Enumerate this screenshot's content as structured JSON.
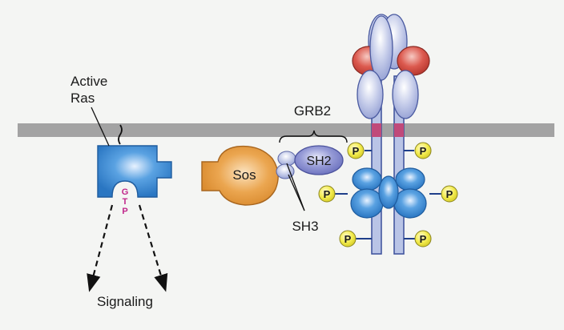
{
  "labels": {
    "active_ras_line1": "Active",
    "active_ras_line2": "Ras",
    "grb2": "GRB2",
    "sos": "Sos",
    "sh2": "SH2",
    "sh3": "SH3",
    "signaling": "Signaling",
    "gtp_g": "G",
    "gtp_t": "T",
    "gtp_p": "P",
    "phospho": "P"
  },
  "colors": {
    "membrane": "#a3a3a3",
    "ras": "#3d8fd6",
    "sos": "#e7a24a",
    "sh2": "#8f93d2",
    "sh3": "#c4c9e6",
    "receptor_stalk": "#b9c4e6",
    "receptor_red": "#d84f45",
    "kinase_blue": "#3d8fd6",
    "phosphate": "#f2ec4a",
    "gtp": "#c0278b"
  }
}
